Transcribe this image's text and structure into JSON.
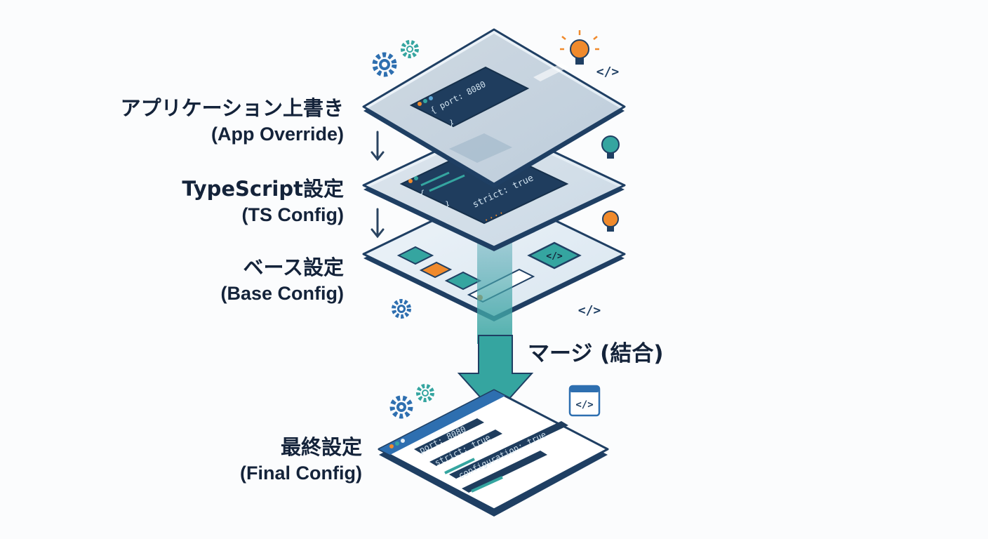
{
  "layers": {
    "app": {
      "title_jp": "アプリケーション上書き",
      "title_en": "(App Override)",
      "code": [
        "{ port: 8080",
        "}"
      ]
    },
    "ts": {
      "title_jp": "TypeScript設定",
      "title_en": "(TS Config)",
      "code": [
        "{",
        "}",
        "strict: true",
        "...."
      ]
    },
    "base": {
      "title_jp": "ベース設定",
      "title_en": "(Base Config)"
    }
  },
  "merge_label": "マージ (結合)",
  "final": {
    "title_jp": "最終設定",
    "title_en": "(Final Config)",
    "code": [
      "port: 8080",
      "strict: true",
      "configuration: true"
    ]
  },
  "icons": [
    "gear-icon",
    "lightbulb-icon",
    "code-icon",
    "arrow-down-icon"
  ],
  "colors": {
    "navy": "#1f3f63",
    "teal": "#35a5a0",
    "orange": "#f08a2c",
    "blue": "#2e6fb0",
    "text": "#14233a"
  }
}
